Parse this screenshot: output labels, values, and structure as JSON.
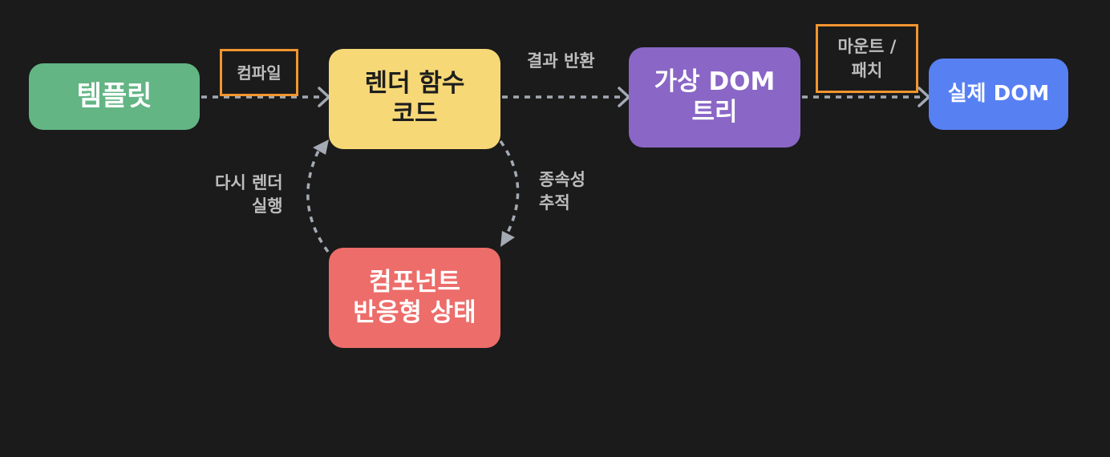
{
  "nodes": {
    "template": {
      "lines": [
        "템플릿"
      ],
      "color": "#63b584"
    },
    "render_function": {
      "lines": [
        "렌더 함수",
        "코드"
      ],
      "color": "#f7d877"
    },
    "virtual_dom": {
      "lines": [
        "가상 DOM",
        "트리"
      ],
      "color": "#8a66c6"
    },
    "real_dom": {
      "lines": [
        "실제 DOM"
      ],
      "color": "#5780f3"
    },
    "reactive_state": {
      "lines": [
        "컴포넌트",
        "반응형 상태"
      ],
      "color": "#ec6d6a"
    }
  },
  "edges": {
    "compile": {
      "lines": [
        "컴파일"
      ],
      "highlighted": true
    },
    "return_result": {
      "lines": [
        "결과 반환"
      ]
    },
    "mount_patch": {
      "lines": [
        "마운트 /",
        "패치"
      ],
      "highlighted": true
    },
    "dependency_tracking": {
      "lines": [
        "종속성",
        "추적"
      ]
    },
    "rerender": {
      "lines": [
        "다시 렌더",
        "실행"
      ]
    }
  },
  "colors": {
    "background": "#1b1b1b",
    "edge": "#a3aab4",
    "edge_label": "#bdbdbd",
    "highlight_box": "#f2952f"
  },
  "icons": {
    "edge_arrowhead": "chevron-arrow-icon",
    "curved_arrowhead": "triangle-arrow-icon"
  }
}
